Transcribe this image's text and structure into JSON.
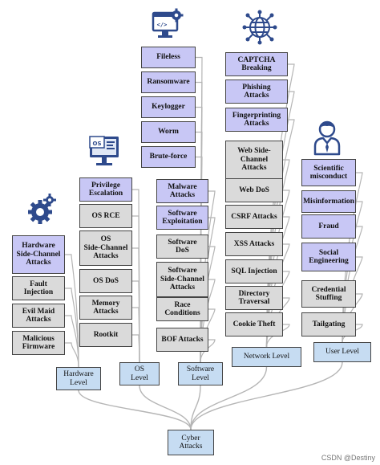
{
  "root": {
    "label": "Cyber\nAttacks"
  },
  "levels": [
    {
      "key": "hardware",
      "label": "Hardware\nLevel",
      "icon": "gears-icon",
      "items": [
        {
          "label": "Hardware\nSide-Channel\nAttacks",
          "highlight": true
        },
        {
          "label": "Fault\nInjection",
          "highlight": false
        },
        {
          "label": "Evil Maid\nAttacks",
          "highlight": false
        },
        {
          "label": "Malicious\nFirmware",
          "highlight": false
        }
      ]
    },
    {
      "key": "os",
      "label": "OS\nLevel",
      "icon": "os-monitor-icon",
      "items": [
        {
          "label": "Privilege\nEscalation",
          "highlight": true
        },
        {
          "label": "OS RCE",
          "highlight": false
        },
        {
          "label": "OS\nSide-Channel\nAttacks",
          "highlight": false
        },
        {
          "label": "OS DoS",
          "highlight": false
        },
        {
          "label": "Memory\nAttacks",
          "highlight": false
        },
        {
          "label": "Rootkit",
          "highlight": false
        }
      ]
    },
    {
      "key": "software",
      "label": "Software\nLevel",
      "icon": "code-gear-icon",
      "items": [
        {
          "label": "Fileless",
          "highlight": true
        },
        {
          "label": "Ransomware",
          "highlight": true
        },
        {
          "label": "Keylogger",
          "highlight": true
        },
        {
          "label": "Worm",
          "highlight": true
        },
        {
          "label": "Brute-force",
          "highlight": true
        },
        {
          "label": "Malware\nAttacks",
          "highlight": true
        },
        {
          "label": "Software\nExploitation",
          "highlight": true
        },
        {
          "label": "Software\nDoS",
          "highlight": false
        },
        {
          "label": "Software\nSide-Channel\nAttacks",
          "highlight": false
        },
        {
          "label": "Race\nConditions",
          "highlight": false
        },
        {
          "label": "BOF Attacks",
          "highlight": false
        }
      ]
    },
    {
      "key": "network",
      "label": "Network Level",
      "icon": "network-globe-icon",
      "items": [
        {
          "label": "CAPTCHA\nBreaking",
          "highlight": true
        },
        {
          "label": "Phishing\nAttacks",
          "highlight": true
        },
        {
          "label": "Fingerprinting\nAttacks",
          "highlight": true
        },
        {
          "label": "Web Side-\nChannel\nAttacks",
          "highlight": false
        },
        {
          "label": "Web DoS",
          "highlight": false
        },
        {
          "label": "CSRF Attacks",
          "highlight": false
        },
        {
          "label": "XSS Attacks",
          "highlight": false
        },
        {
          "label": "SQL Injection",
          "highlight": false
        },
        {
          "label": "Directory\nTraversal",
          "highlight": false
        },
        {
          "label": "Cookie Theft",
          "highlight": false
        }
      ]
    },
    {
      "key": "user",
      "label": "User Level",
      "icon": "person-icon",
      "items": [
        {
          "label": "Scientific\nmisconduct",
          "highlight": true
        },
        {
          "label": "Misinformation",
          "highlight": true
        },
        {
          "label": "Fraud",
          "highlight": true
        },
        {
          "label": "Social\nEngineering",
          "highlight": true
        },
        {
          "label": "Credential\nStuffing",
          "highlight": false
        },
        {
          "label": "Tailgating",
          "highlight": false
        }
      ]
    }
  ],
  "colors": {
    "highlight": "#c8c7f5",
    "normal": "#dadada",
    "level": "#c6dcf2",
    "connector": "#b5b5b5",
    "icon": "#2e4a8c"
  },
  "watermark": "CSDN @Destiny"
}
